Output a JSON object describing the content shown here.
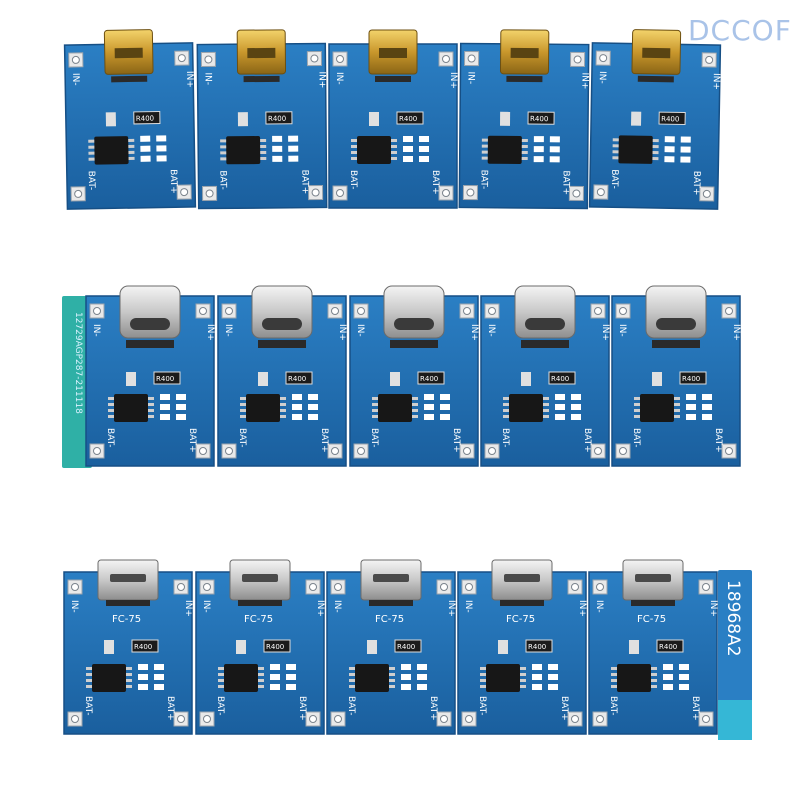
{
  "watermark": "DCCOF",
  "rows": [
    {
      "id": "mini-usb",
      "connector": "mini-usb",
      "pcb_color": "#1f6fb5",
      "board_count": 5,
      "labels": {
        "in_minus": "IN-",
        "in_plus": "IN+",
        "bat_minus": "BAT-",
        "bat_plus": "BAT+",
        "resistor": "R400"
      },
      "strip_text": ""
    },
    {
      "id": "type-c",
      "connector": "usb-c",
      "pcb_color": "#1f6fb5",
      "board_count": 5,
      "labels": {
        "in_minus": "IN-",
        "in_plus": "IN+",
        "bat_minus": "BAT-",
        "bat_plus": "BAT+",
        "resistor": "R400"
      },
      "strip_text": "12729AGP287-211118"
    },
    {
      "id": "micro-usb",
      "connector": "micro-usb",
      "pcb_color": "#1f6fb5",
      "board_count": 5,
      "labels": {
        "in_minus": "IN-",
        "in_plus": "IN+",
        "bat_minus": "BAT-",
        "bat_plus": "BAT+",
        "resistor": "R400",
        "part": "FC-75"
      },
      "strip_text": "18968A2"
    }
  ]
}
